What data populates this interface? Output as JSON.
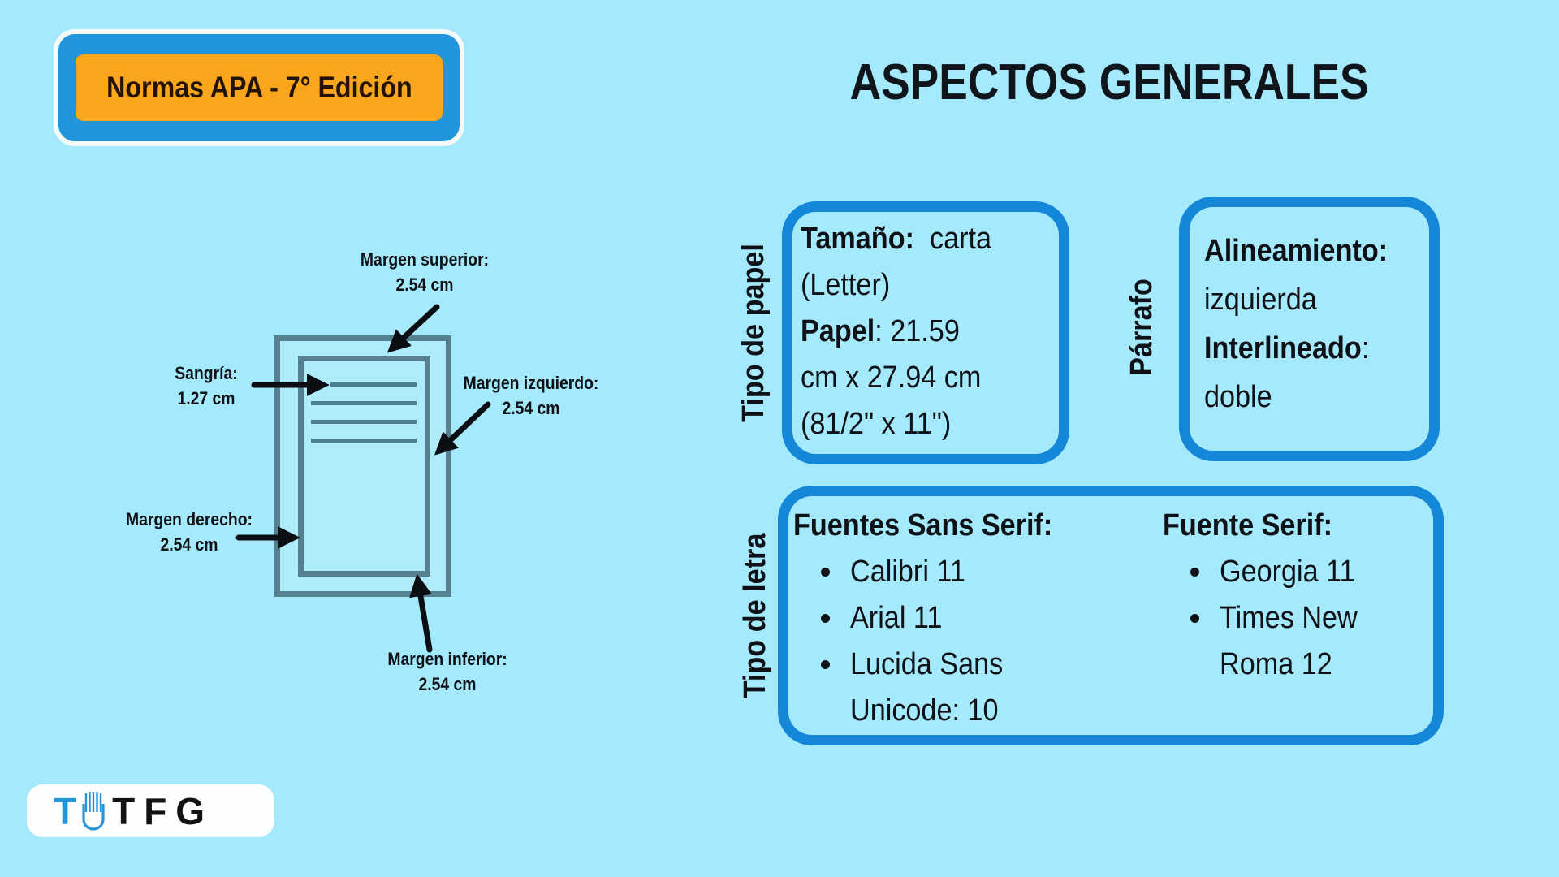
{
  "page": {
    "background": "#a5eafc"
  },
  "colors": {
    "accent_blue": "#1487d9",
    "badge_blue": "#2196dd",
    "orange": "#f9a61c",
    "slate_border": "#54808f",
    "text": "#0e1116",
    "logo_blue": "#2395d8"
  },
  "badge": {
    "title": "Normas APA - 7° Edición"
  },
  "heading": {
    "title": "ASPECTOS GENERALES"
  },
  "diagram": {
    "margen_superior": {
      "label": "Margen superior:",
      "value": "2.54 cm"
    },
    "sangria": {
      "label": "Sangría:",
      "value": "1.27 cm"
    },
    "margen_izquierdo": {
      "label": "Margen izquierdo:",
      "value": "2.54 cm"
    },
    "margen_derecho": {
      "label": "Margen derecho:",
      "value": "2.54 cm"
    },
    "margen_inferior": {
      "label": "Margen inferior:",
      "value": "2.54 cm"
    }
  },
  "paper_box": {
    "side_label": "Tipo de papel",
    "lines": [
      [
        {
          "b": "Tamaño:"
        },
        {
          "t": "  carta"
        }
      ],
      [
        {
          "t": "(Letter)"
        }
      ],
      [
        {
          "b": "Papel"
        },
        {
          "t": ": 21.59"
        }
      ],
      [
        {
          "t": "cm x 27.94 cm"
        }
      ],
      [
        {
          "t": "(81/2\" x 11\")"
        }
      ]
    ]
  },
  "parrafo_box": {
    "side_label": "Párrafo",
    "lines": [
      [
        {
          "b": "Alineamiento:"
        }
      ],
      [
        {
          "t": "izquierda"
        }
      ],
      [
        {
          "b": "Interlineado"
        },
        {
          "t": ":"
        }
      ],
      [
        {
          "t": "doble"
        }
      ]
    ]
  },
  "letra_box": {
    "side_label": "Tipo de letra",
    "sans": {
      "heading": "Fuentes Sans Serif:",
      "items": [
        [
          "Calibri 11"
        ],
        [
          "Arial 11"
        ],
        [
          "Lucida Sans",
          "Unicode: 10"
        ]
      ]
    },
    "serif": {
      "heading": "Fuente Serif:",
      "items": [
        [
          "Georgia 11"
        ],
        [
          "Times New",
          "Roma 12"
        ]
      ]
    }
  },
  "logo": {
    "prefix": "T",
    "suffix": "TFG",
    "icon": "book-pages-icon"
  }
}
